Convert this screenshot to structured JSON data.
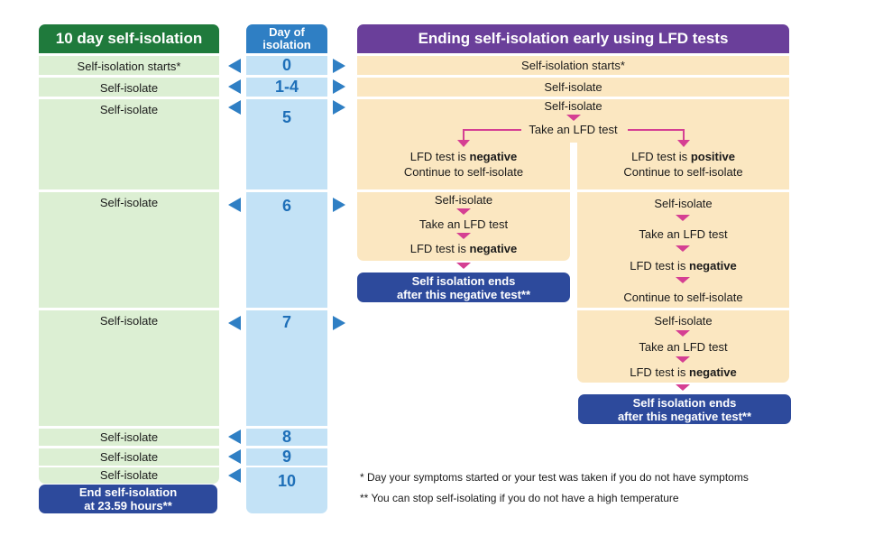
{
  "headers": {
    "left": "10 day self-isolation",
    "middle": "Day of isolation",
    "right": "Ending self-isolation early using LFD tests"
  },
  "left_column": {
    "rows": [
      "Self-isolation starts*",
      "Self-isolate",
      "Self-isolate",
      "Self-isolate",
      "Self-isolate",
      "Self-isolate",
      "Self-isolate",
      "Self-isolate"
    ],
    "end_button_line1": "End self-isolation",
    "end_button_line2": "at 23.59 hours**"
  },
  "days": [
    "0",
    "1-4",
    "5",
    "6",
    "7",
    "8",
    "9",
    "10"
  ],
  "right_column": {
    "row0": "Self-isolation starts*",
    "row1": "Self-isolate",
    "day5_self_isolate": "Self-isolate",
    "day5_take_test": "Take an LFD test",
    "branch_left_prefix": "LFD test is ",
    "branch_left_bold": "negative",
    "branch_left_line2": "Continue to self-isolate",
    "branch_right_prefix": "LFD test is ",
    "branch_right_bold": "positive",
    "branch_right_line2": "Continue to self-isolate",
    "left_day6_self_isolate": "Self-isolate",
    "left_day6_take_test": "Take an LFD test",
    "left_day6_result_prefix": "LFD test is ",
    "left_day6_result_bold": "negative",
    "left_end_line1": "Self isolation ends",
    "left_end_line2": "after this negative test**",
    "right_day6_self_isolate": "Self-isolate",
    "right_day6_take_test": "Take an LFD test",
    "right_day6_result_prefix": "LFD test is ",
    "right_day6_result_bold": "negative",
    "right_day6_continue": "Continue to self-isolate",
    "right_day7_self_isolate": "Self-isolate",
    "right_day7_take_test": "Take an LFD test",
    "right_day7_result_prefix": "LFD test is ",
    "right_day7_result_bold": "negative",
    "right_end_line1": "Self isolation ends",
    "right_end_line2": "after this negative test**"
  },
  "footnotes": {
    "note1": "* Day your symptoms started or your test was taken if you do not have symptoms",
    "note2": "** You can stop self-isolating if you do not have a high temperature"
  },
  "colors": {
    "green_header": "#1f7a3c",
    "blue_header": "#2f7fc4",
    "purple_header": "#6a3f9a",
    "green_cell": "#dcefd3",
    "blue_cell": "#c3e2f6",
    "orange_cell": "#fbe7c1",
    "navy_button": "#2d4a9c",
    "pink_arrow": "#d53f93"
  }
}
